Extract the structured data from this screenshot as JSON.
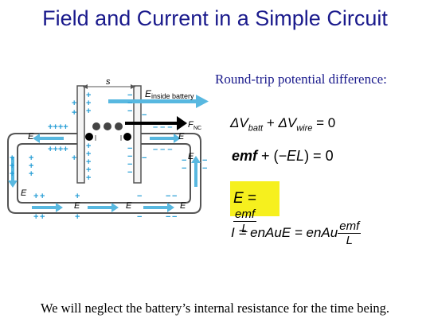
{
  "title": "Field and Current in a Simple Circuit",
  "subtitle": "Round-trip potential difference:",
  "footer": "We will neglect the battery’s internal resistance for the time being.",
  "diagram": {
    "label_s": "s",
    "label_E_inside": "E",
    "label_inside_sub": "inside battery",
    "label_F": "F",
    "label_F_sub": "NC",
    "label_E": "E",
    "plus": "+",
    "minus": "−",
    "plus_row": "++++",
    "minus_row": "– – –"
  },
  "equations": {
    "eq1": {
      "d1": "ΔV",
      "s1": "batt",
      "plus": " + ",
      "d2": "ΔV",
      "s2": "wire",
      "rhs": " = 0"
    },
    "eq2": {
      "a": "emf",
      "b": " + (",
      "c": "−EL",
      "d": ") = 0"
    },
    "eq3": {
      "lhs": "E",
      "eqs": " = ",
      "num": "emf",
      "den": "L"
    },
    "eq4": {
      "lhs": "I",
      "mid": " = enAuE = enAu",
      "num": "emf",
      "den": "L"
    }
  },
  "colors": {
    "title": "#1a1a8c",
    "charge": "#2a9fd6",
    "arrow": "#58b8e0",
    "highlight": "#f6f01e",
    "wire": "#555555"
  }
}
